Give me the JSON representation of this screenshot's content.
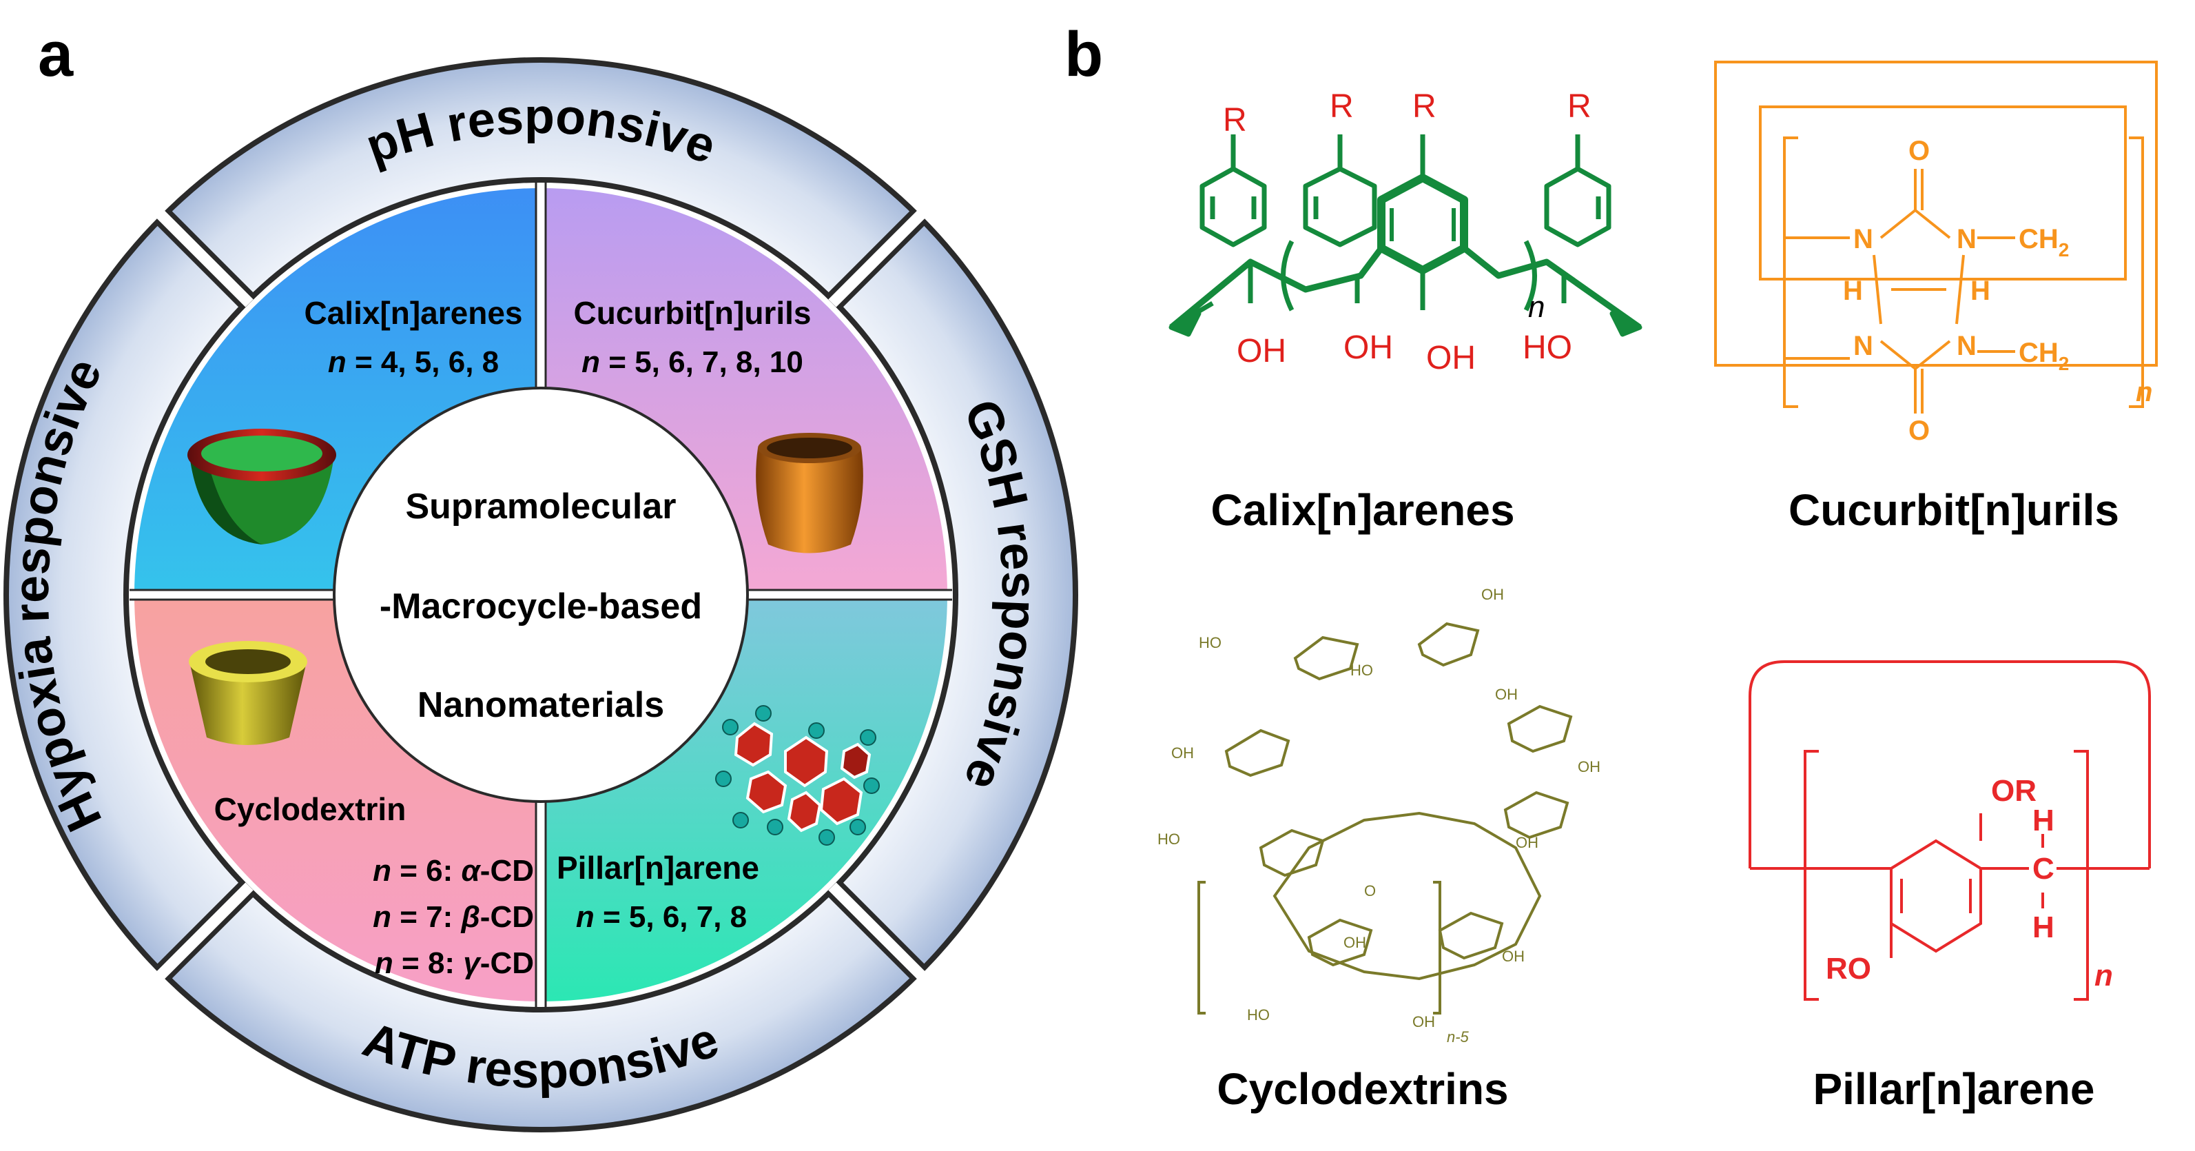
{
  "panels": {
    "a": "a",
    "b": "b"
  },
  "ring": {
    "top": "pH responsive",
    "right": "GSH responsive",
    "bottom": "ATP responsive",
    "left": "Hypoxia responsive"
  },
  "quadrants": {
    "tl": {
      "title": "Calix[n]arenes",
      "sub": "n = 4, 5, 6, 8"
    },
    "tr": {
      "title": "Cucurbit[n]urils",
      "sub": "n = 5, 6, 7, 8, 10"
    },
    "bl": {
      "title": "Cyclodextrin",
      "lines": [
        "n = 6: α-CD",
        "n = 7: β-CD",
        "n = 8: γ-CD"
      ]
    },
    "br": {
      "title": "Pillar[n]arene",
      "sub": "n = 5, 6, 7, 8"
    }
  },
  "center": [
    "Supramolecular",
    "-Macrocycle-based",
    "Nanomaterials"
  ],
  "structures": {
    "calix": {
      "label": "Calix[n]arenes",
      "r": "R",
      "oh": "OH",
      "ho": "HO",
      "n": "n"
    },
    "cucurbit": {
      "label": "Cucurbit[n]urils",
      "o": "O",
      "n_atom": "N",
      "h": "H",
      "ch2": "CH2",
      "n": "n"
    },
    "cyclodextrin": {
      "label": "Cyclodextrins",
      "ho": "HO",
      "oh": "OH",
      "o": "O",
      "n_minus": "n-5"
    },
    "pillar": {
      "label": "Pillar[n]arene",
      "or": "OR",
      "ro": "RO",
      "h": "H",
      "c": "C",
      "n": "n"
    }
  },
  "colors": {
    "calix": "#148a3c",
    "calix_text": "#e0201c",
    "cucurbit": "#f7941d",
    "cyclodextrin": "#7a7a2a",
    "pillar": "#e8282a",
    "ring_fill": "#b9c8e4"
  }
}
